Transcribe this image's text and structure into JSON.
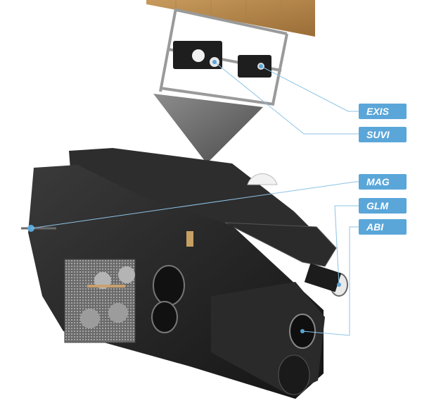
{
  "labels": {
    "exis": "EXIS",
    "suvi": "SUVI",
    "mag": "MAG",
    "glm": "GLM",
    "abi": "ABI"
  },
  "colors": {
    "label_bg": "#5aa6d9",
    "label_text": "#ffffff",
    "leader_line": "#8cc3e6",
    "solar_panel": "#b98a50",
    "body": "#232323",
    "frame": "#9a9a9a"
  },
  "icons": {
    "solar_panel": "solar-array",
    "boom": "instrument-boom",
    "body": "spacecraft-bus"
  }
}
